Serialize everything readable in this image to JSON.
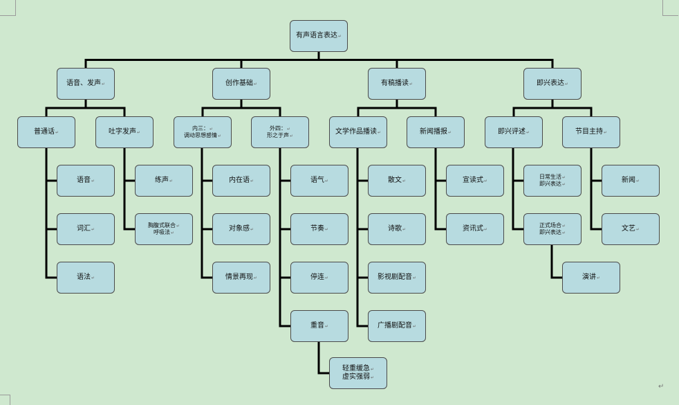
{
  "diagram": {
    "nodes": [
      {
        "id": "root",
        "lines": [
          "有声语言表达"
        ]
      },
      {
        "id": "c1",
        "lines": [
          "语音、发声"
        ]
      },
      {
        "id": "c2",
        "lines": [
          "创作基础"
        ]
      },
      {
        "id": "c3",
        "lines": [
          "有稿播读"
        ]
      },
      {
        "id": "c4",
        "lines": [
          "即兴表达"
        ]
      },
      {
        "id": "c1a",
        "lines": [
          "普通话"
        ]
      },
      {
        "id": "c1b",
        "lines": [
          "吐字发声"
        ]
      },
      {
        "id": "c2a",
        "lines": [
          "内三：",
          "调动思想感情"
        ]
      },
      {
        "id": "c2b",
        "lines": [
          "外四：",
          "形之于声"
        ]
      },
      {
        "id": "c3a",
        "lines": [
          "文学作品播读"
        ]
      },
      {
        "id": "c3b",
        "lines": [
          "新闻播报"
        ]
      },
      {
        "id": "c4a",
        "lines": [
          "即兴评述"
        ]
      },
      {
        "id": "c4b",
        "lines": [
          "节目主持"
        ]
      },
      {
        "id": "l_yuyin",
        "lines": [
          "语音"
        ]
      },
      {
        "id": "l_cihui",
        "lines": [
          "词汇"
        ]
      },
      {
        "id": "l_yufa",
        "lines": [
          "语法"
        ]
      },
      {
        "id": "l_liansheng",
        "lines": [
          "练声"
        ]
      },
      {
        "id": "l_huxi",
        "lines": [
          "胸腹式联合",
          "呼吸法"
        ]
      },
      {
        "id": "l_neizaiyu",
        "lines": [
          "内在语"
        ]
      },
      {
        "id": "l_duixiang",
        "lines": [
          "对象感"
        ]
      },
      {
        "id": "l_qingjing",
        "lines": [
          "情景再现"
        ]
      },
      {
        "id": "l_yuqi",
        "lines": [
          "语气"
        ]
      },
      {
        "id": "l_jiezou",
        "lines": [
          "节奏"
        ]
      },
      {
        "id": "l_tinglian",
        "lines": [
          "停连"
        ]
      },
      {
        "id": "l_zhongyin",
        "lines": [
          "重音"
        ]
      },
      {
        "id": "l_qingzhong",
        "lines": [
          "轻重缓急",
          "虚实强弱"
        ]
      },
      {
        "id": "l_sanwen",
        "lines": [
          "散文"
        ]
      },
      {
        "id": "l_shige",
        "lines": [
          "诗歌"
        ]
      },
      {
        "id": "l_yingshi",
        "lines": [
          "影视剧配音"
        ]
      },
      {
        "id": "l_guangbo",
        "lines": [
          "广播剧配音"
        ]
      },
      {
        "id": "l_xuandu",
        "lines": [
          "宣读式"
        ]
      },
      {
        "id": "l_zixun",
        "lines": [
          "资讯式"
        ]
      },
      {
        "id": "l_richang",
        "lines": [
          "日常生活",
          "即兴表达"
        ]
      },
      {
        "id": "l_zhengshi",
        "lines": [
          "正式场合",
          "即兴表达"
        ]
      },
      {
        "id": "l_yanjiang",
        "lines": [
          "演讲"
        ]
      },
      {
        "id": "l_xinwen",
        "lines": [
          "新闻"
        ]
      },
      {
        "id": "l_wenyi",
        "lines": [
          "文艺"
        ]
      }
    ],
    "edges": [
      [
        "root",
        "c1"
      ],
      [
        "root",
        "c2"
      ],
      [
        "root",
        "c3"
      ],
      [
        "root",
        "c4"
      ],
      [
        "c1",
        "c1a"
      ],
      [
        "c1",
        "c1b"
      ],
      [
        "c2",
        "c2a"
      ],
      [
        "c2",
        "c2b"
      ],
      [
        "c3",
        "c3a"
      ],
      [
        "c3",
        "c3b"
      ],
      [
        "c4",
        "c4a"
      ],
      [
        "c4",
        "c4b"
      ],
      [
        "c1a",
        "l_yuyin"
      ],
      [
        "c1a",
        "l_cihui"
      ],
      [
        "c1a",
        "l_yufa"
      ],
      [
        "c1b",
        "l_liansheng"
      ],
      [
        "c1b",
        "l_huxi"
      ],
      [
        "c2a",
        "l_neizaiyu"
      ],
      [
        "c2a",
        "l_duixiang"
      ],
      [
        "c2a",
        "l_qingjing"
      ],
      [
        "c2b",
        "l_yuqi"
      ],
      [
        "c2b",
        "l_jiezou"
      ],
      [
        "c2b",
        "l_tinglian"
      ],
      [
        "c2b",
        "l_zhongyin"
      ],
      [
        "l_zhongyin",
        "l_qingzhong"
      ],
      [
        "c3a",
        "l_sanwen"
      ],
      [
        "c3a",
        "l_shige"
      ],
      [
        "c3a",
        "l_yingshi"
      ],
      [
        "c3a",
        "l_guangbo"
      ],
      [
        "c3b",
        "l_xuandu"
      ],
      [
        "c3b",
        "l_zixun"
      ],
      [
        "c4a",
        "l_richang"
      ],
      [
        "c4a",
        "l_zhengshi"
      ],
      [
        "l_zhengshi",
        "l_yanjiang"
      ],
      [
        "c4b",
        "l_xinwen"
      ],
      [
        "c4b",
        "l_wenyi"
      ]
    ]
  }
}
